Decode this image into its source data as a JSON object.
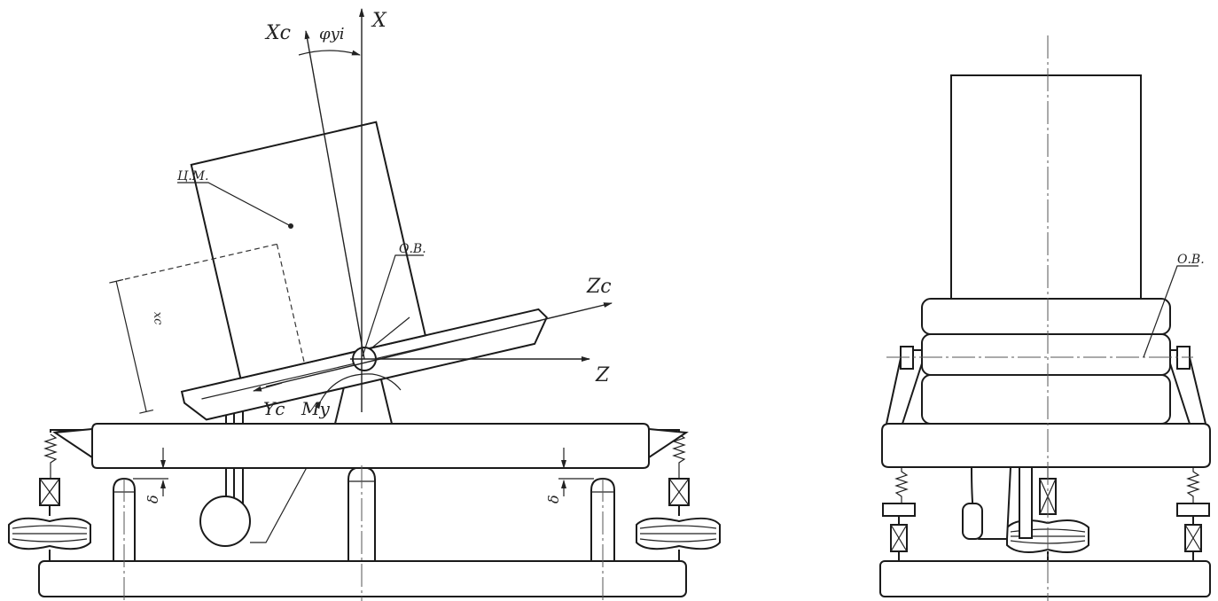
{
  "labels": {
    "x_axis": "X",
    "xc_axis": "Xc",
    "z_axis": "Z",
    "zc_axis": "Zc",
    "yc_axis": "Yc",
    "moment": "My",
    "angle": "φyi",
    "center_mass": "Ц.М.",
    "pivot_left": "О.В.",
    "pivot_right": "О.В.",
    "offset": "xc",
    "gap_left": "δ",
    "gap_right": "δ"
  }
}
